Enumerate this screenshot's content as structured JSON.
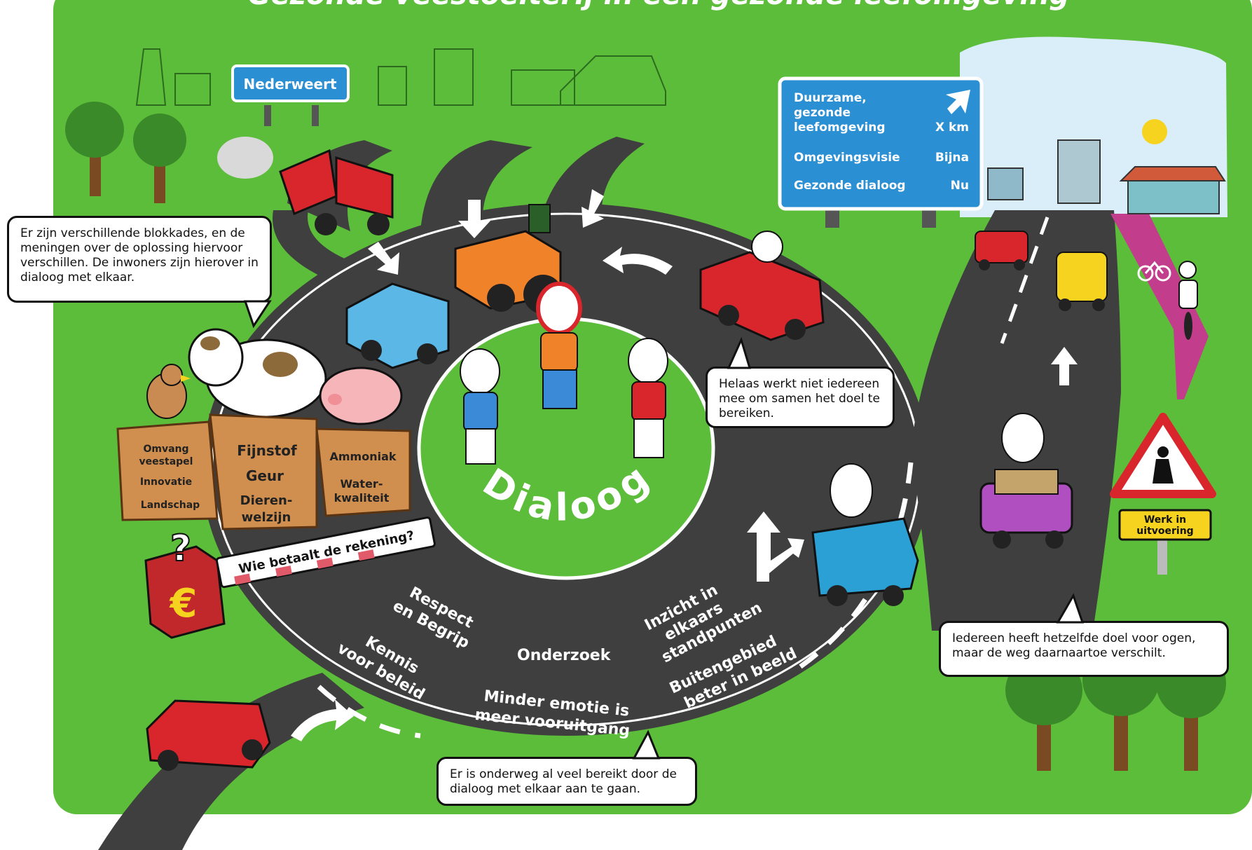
{
  "header": {
    "title_partial": "Gezonde veestoelterij in een gezonde leefomgeving"
  },
  "town_sign": {
    "label": "Nederweert"
  },
  "direction_sign": {
    "rows": [
      {
        "label_line1": "Duurzame,",
        "label_line2": "gezonde",
        "label_line3": "leefomgeving",
        "value": "X km"
      },
      {
        "label": "Omgevingsvisie",
        "value": "Bijna"
      },
      {
        "label": "Gezonde dialoog",
        "value": "Nu"
      }
    ]
  },
  "bubbles": {
    "blockades": "Er zijn verschillende blokkades, en de meningen over de oplossing hiervoor verschillen. De inwoners zijn hierover in dialoog met elkaar.",
    "not_everyone": "Helaas werkt niet iedereen mee om samen het doel te bereiken.",
    "same_goal": "Iedereen heeft hetzelfde doel voor ogen, maar de weg daarnaartoe verschilt.",
    "achieved": "Er is onderweg al veel bereikt door de dialoog met elkaar aan te gaan."
  },
  "crates": {
    "left": [
      "Omvang",
      "veestapel",
      "Innovatie",
      "Landschap"
    ],
    "middle": [
      "Fijnstof",
      "Geur",
      "Dieren-",
      "welzijn"
    ],
    "right": [
      "Ammoniak",
      "Water-",
      "kwaliteit"
    ]
  },
  "barrier": {
    "label": "Wie betaalt de rekening?",
    "question": "?",
    "currency": "€"
  },
  "center": {
    "label": "Dialoog"
  },
  "road_labels": {
    "respect_1": "Respect",
    "respect_2": "en Begrip",
    "kennis_1": "Kennis",
    "kennis_2": "voor beleid",
    "onderzoek": "Onderzoek",
    "emotie_1": "Minder emotie is",
    "emotie_2": "meer vooruitgang",
    "inzicht_1": "Inzicht in",
    "inzicht_2": "elkaars",
    "inzicht_3": "standpunten",
    "buiten_1": "Buitengebied",
    "buiten_2": "beter in beeld"
  },
  "work_sign": {
    "line1": "Werk in",
    "line2": "uitvoering"
  },
  "colors": {
    "grass": "#5cbd3a",
    "road": "#3f3f3f",
    "sign_blue": "#2b8fd4",
    "bike_lane": "#c23d8c"
  }
}
